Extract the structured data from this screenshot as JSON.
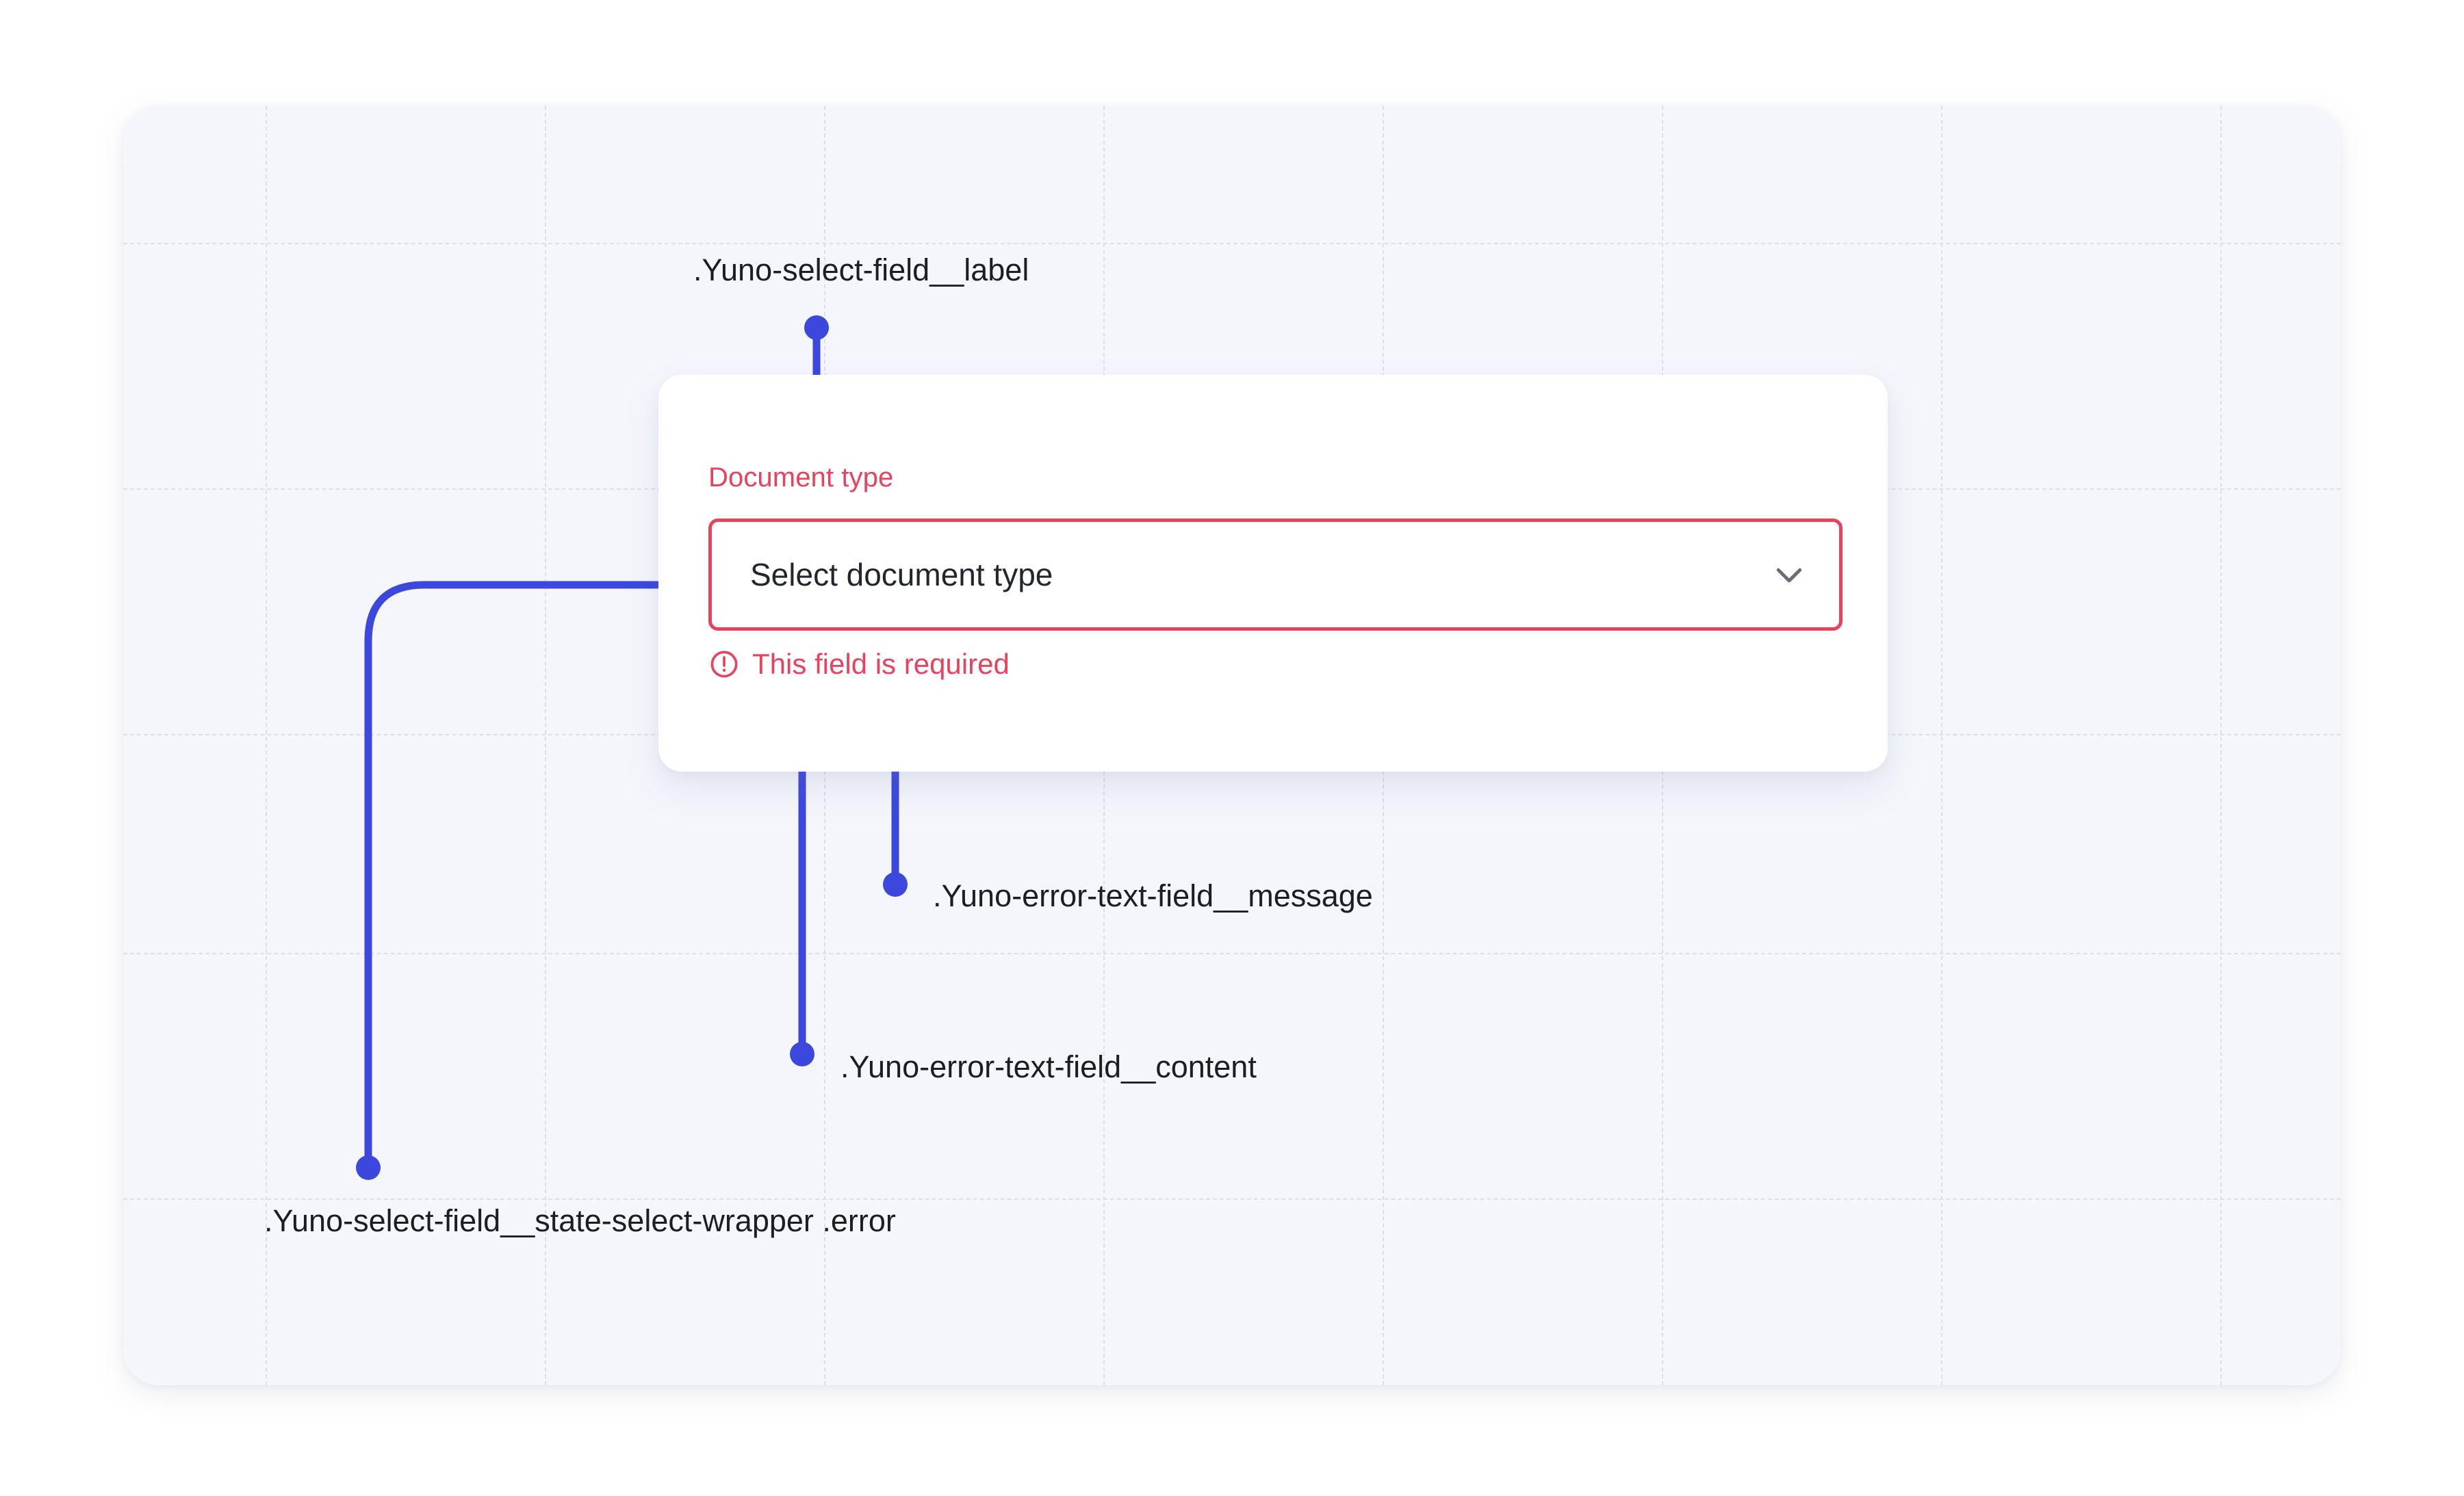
{
  "theme": {
    "accent_blue": "#3b47dd",
    "error_red": "#e8425e",
    "panel_bg": "#f4f6fb",
    "card_bg": "#ffffff",
    "grid_line": "#dcdfe4",
    "text_dark": "#1c1e24",
    "chevron_gray": "#6a6d78"
  },
  "form": {
    "label": "Document type",
    "select": {
      "placeholder": "Select document type",
      "value": "",
      "chevron_icon": "chevron-down-icon",
      "state": "error"
    },
    "error": {
      "icon": "alert-circle-icon",
      "message": "This field is required"
    }
  },
  "annotations": [
    {
      "id": "label",
      "text": ".Yuno-select-field__label",
      "target": "field-label"
    },
    {
      "id": "message",
      "text": ".Yuno-error-text-field__message",
      "target": "error-text"
    },
    {
      "id": "content",
      "text": ".Yuno-error-text-field__content",
      "target": "error-row"
    },
    {
      "id": "wrapper",
      "text": ".Yuno-select-field__state-select-wrapper .error",
      "target": "select-control"
    }
  ]
}
